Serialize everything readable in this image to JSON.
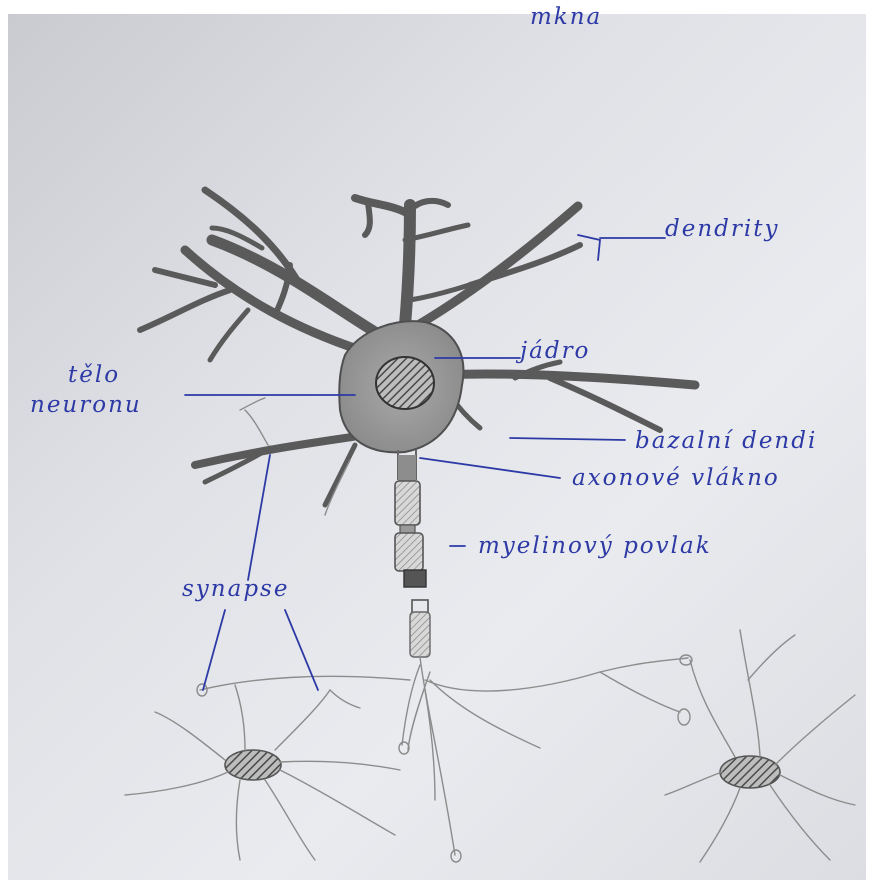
{
  "labels": {
    "top_fragment": "mkna",
    "dendrity": "dendrity",
    "jadro": "jádro",
    "telo": "tělo",
    "neuronu": "neuronu",
    "bazalni_dendrity": "bazalní dendi",
    "axonove_vlakno": "axonové vlákno",
    "myelinovy_povlak": "myelinový povlak",
    "synapse": "synapse"
  },
  "colors": {
    "ink": "#2d3aa6",
    "pencil": "#5a5a5a",
    "paper": "#e4e6ea"
  }
}
